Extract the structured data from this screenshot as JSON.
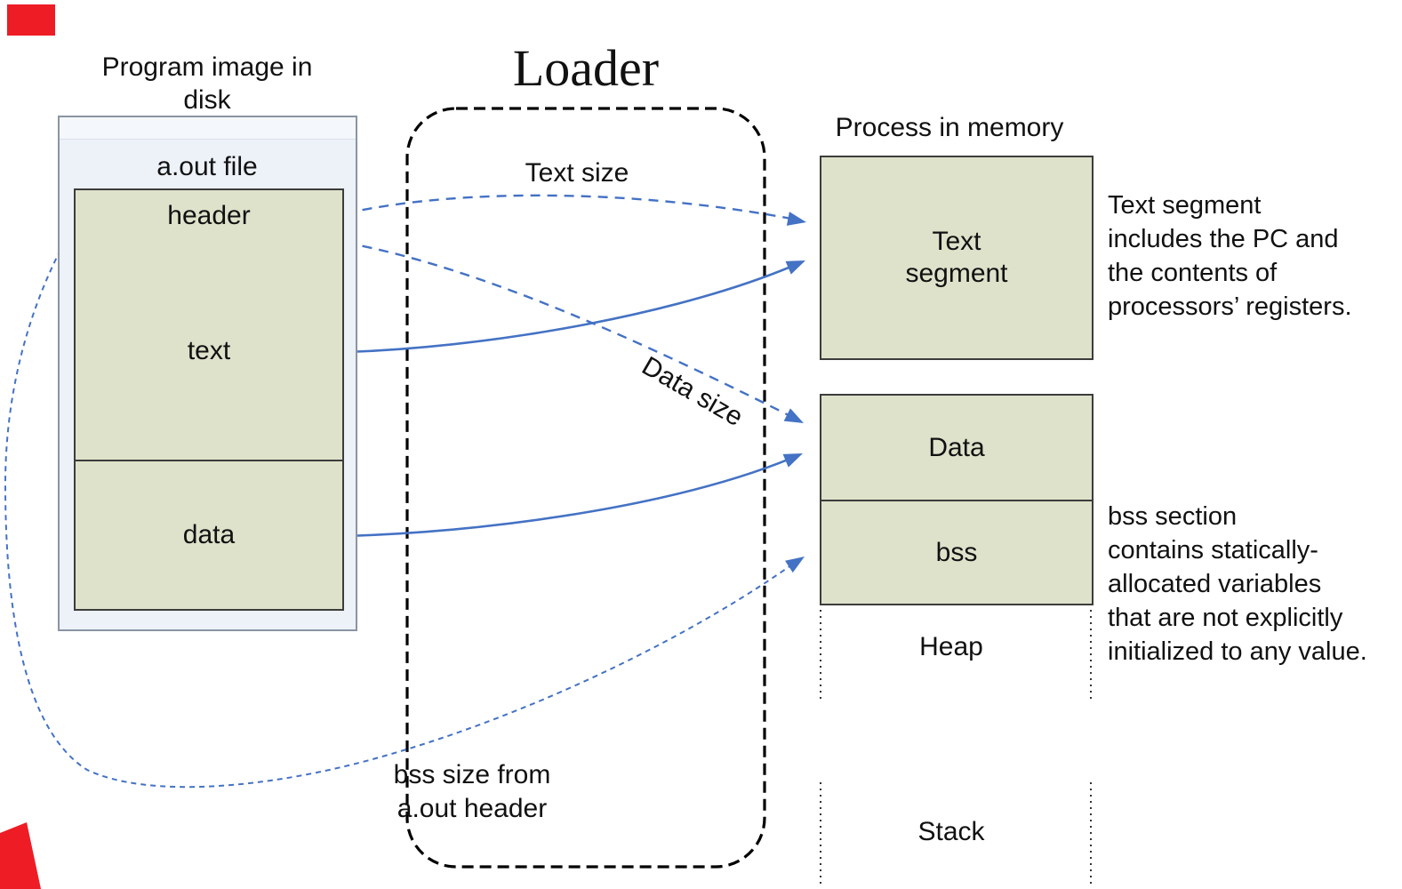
{
  "colors": {
    "accent_blue": "#4472c4",
    "section_green": "#dee2ca",
    "disk_fill": "#edf1f8",
    "red_mark": "#ee1c25"
  },
  "disk": {
    "title_line1": "Program image in",
    "title_line2": "disk",
    "file_label": "a.out file",
    "sections": [
      "header",
      "text",
      "data"
    ]
  },
  "loader": {
    "title": "Loader",
    "text_size_label": "Text size",
    "data_size_label": "Data size",
    "bss_size_line1": "bss size from",
    "bss_size_line2": "a.out header"
  },
  "memory": {
    "title": "Process in memory",
    "text_segment_line1": "Text",
    "text_segment_line2": "segment",
    "data_label": "Data",
    "bss_label": "bss",
    "heap_label": "Heap",
    "stack_label": "Stack"
  },
  "annotations": {
    "text_segment": {
      "lines": [
        "Text segment",
        "includes the PC and",
        "the contents of",
        "processors’ registers."
      ]
    },
    "bss": {
      "lines": [
        "bss section",
        "contains statically-",
        "allocated variables",
        "that are not explicitly",
        "initialized to any value."
      ]
    }
  }
}
